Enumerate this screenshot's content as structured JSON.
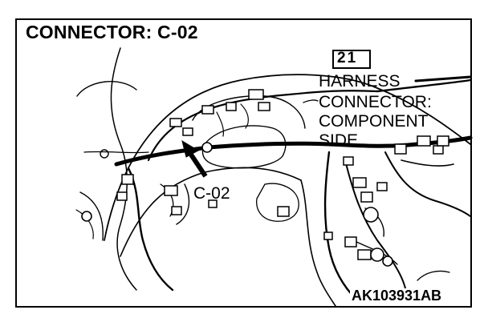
{
  "title": "CONNECTOR: C-02",
  "connector_pins": "21",
  "harness_label_lines": [
    "HARNESS",
    "CONNECTOR:",
    "COMPONENT",
    "SIDE"
  ],
  "connector_label": "C-02",
  "figure_code": "AK103931AB"
}
